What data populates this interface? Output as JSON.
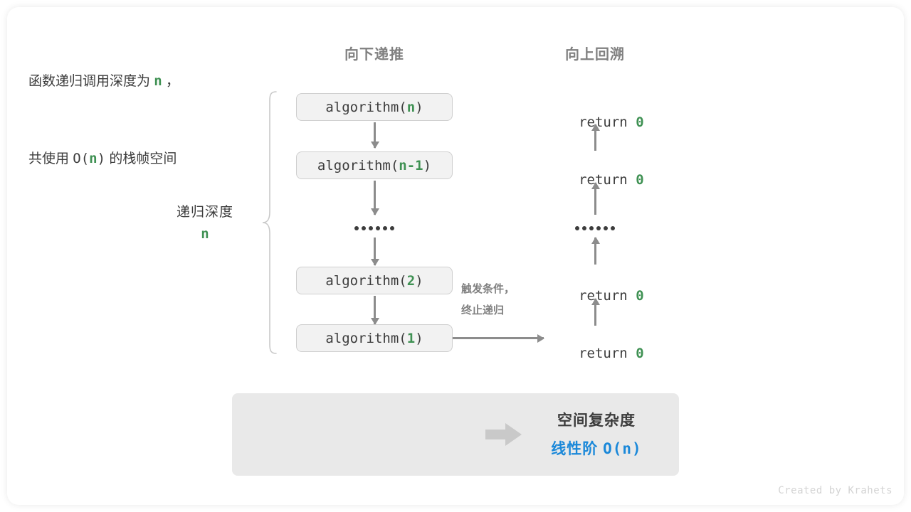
{
  "headers": {
    "down": "向下递推",
    "up": "向上回溯"
  },
  "depth": {
    "label": "递归深度",
    "value": "n"
  },
  "frames": [
    {
      "prefix": "algorithm(",
      "arg": "n",
      "suffix": ")"
    },
    {
      "prefix": "algorithm(",
      "arg": "n-1",
      "suffix": ")"
    },
    {
      "prefix": "algorithm(",
      "arg": "2",
      "suffix": ")"
    },
    {
      "prefix": "algorithm(",
      "arg": "1",
      "suffix": ")"
    }
  ],
  "returns": [
    {
      "keyword": "return ",
      "value": "0"
    },
    {
      "keyword": "return ",
      "value": "0"
    },
    {
      "keyword": "return ",
      "value": "0"
    },
    {
      "keyword": "return ",
      "value": "0"
    }
  ],
  "ellipsis": "••••••",
  "trigger_note": {
    "line1": "触发条件，",
    "line2": "终止递归"
  },
  "summary": {
    "left_line1_a": "函数递归调用深度为 ",
    "left_line1_n": "n",
    "left_line1_b": " ，",
    "left_line2_a": "共使用 ",
    "left_line2_o": "O(",
    "left_line2_n": "n",
    "left_line2_c": ")",
    "left_line2_b": " 的栈帧空间",
    "right_title": "空间复杂度",
    "right_value_text": "线性阶 ",
    "right_value_mono": "O(n)"
  },
  "credit": "Created by Krahets",
  "colors": {
    "green": "#3f9153",
    "blue": "#1a88d9",
    "gray_text": "#3c3c3c",
    "gray_header": "#808080",
    "arrow": "#8c8c8c",
    "box_bg": "#f2f2f2",
    "box_border": "#cfcfcf",
    "summary_bg": "#e9e9e9"
  }
}
